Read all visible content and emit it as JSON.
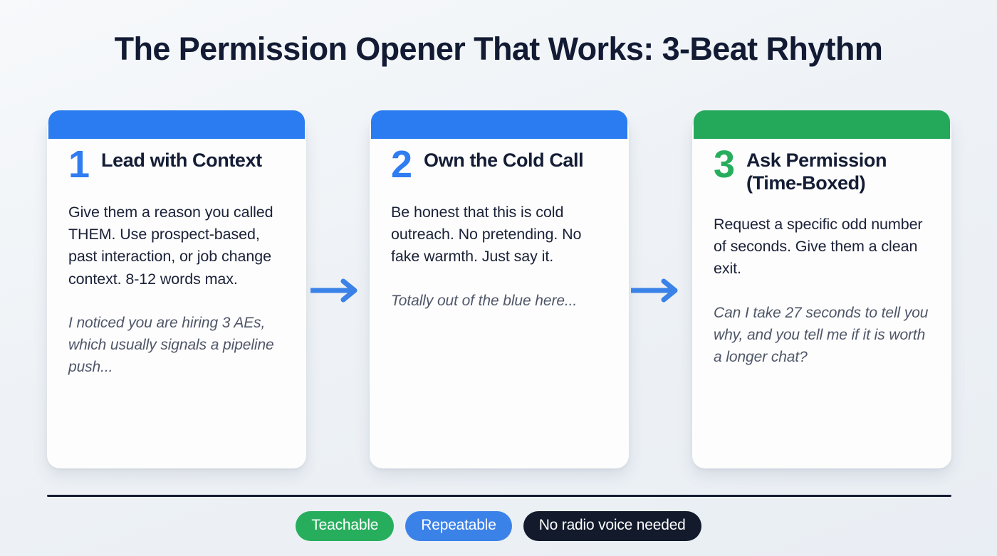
{
  "title": "The Permission Opener That Works: 3-Beat Rhythm",
  "colors": {
    "blue": "#2a7cf0",
    "blue_accent": "#2f7df1",
    "green": "#27ae5d",
    "green_accent": "#24a85a",
    "dark": "#121a2c",
    "title_color": "#121b33",
    "body_color": "#1b2238",
    "quote_color": "#4e5668"
  },
  "cards": [
    {
      "number": "1",
      "title": "Lead with Context",
      "body": "Give them a reason you called THEM. Use prospect-based, past interaction, or job change context. 8-12 words max.",
      "quote": "I noticed you are hiring 3 AEs, which usually signals a pipeline push...",
      "accent": "#2a7cf0",
      "number_color": "#2f7df1"
    },
    {
      "number": "2",
      "title": "Own the Cold Call",
      "body": "Be honest that this is cold outreach. No pretending. No fake warmth. Just say it.",
      "quote": "Totally out of the blue here...",
      "accent": "#2a7cf0",
      "number_color": "#2f7df1"
    },
    {
      "number": "3",
      "title": "Ask Permission (Time-Boxed)",
      "body": "Request a specific odd number of seconds. Give them a clean exit.",
      "quote": "Can I take 27 seconds to tell you why, and you tell me if it is worth a longer chat?",
      "accent": "#24a85a",
      "number_color": "#27ae5d"
    }
  ],
  "arrows": [
    {
      "name": "arrow-card1-to-card2",
      "color": "#3b82e8"
    },
    {
      "name": "arrow-card2-to-card3",
      "color": "#3b82e8"
    }
  ],
  "footer": {
    "pills": [
      {
        "label": "Teachable",
        "background": "#27ae5d"
      },
      {
        "label": "Repeatable",
        "background": "#3b82e8"
      },
      {
        "label": "No radio voice needed",
        "background": "#121a2c"
      }
    ]
  }
}
